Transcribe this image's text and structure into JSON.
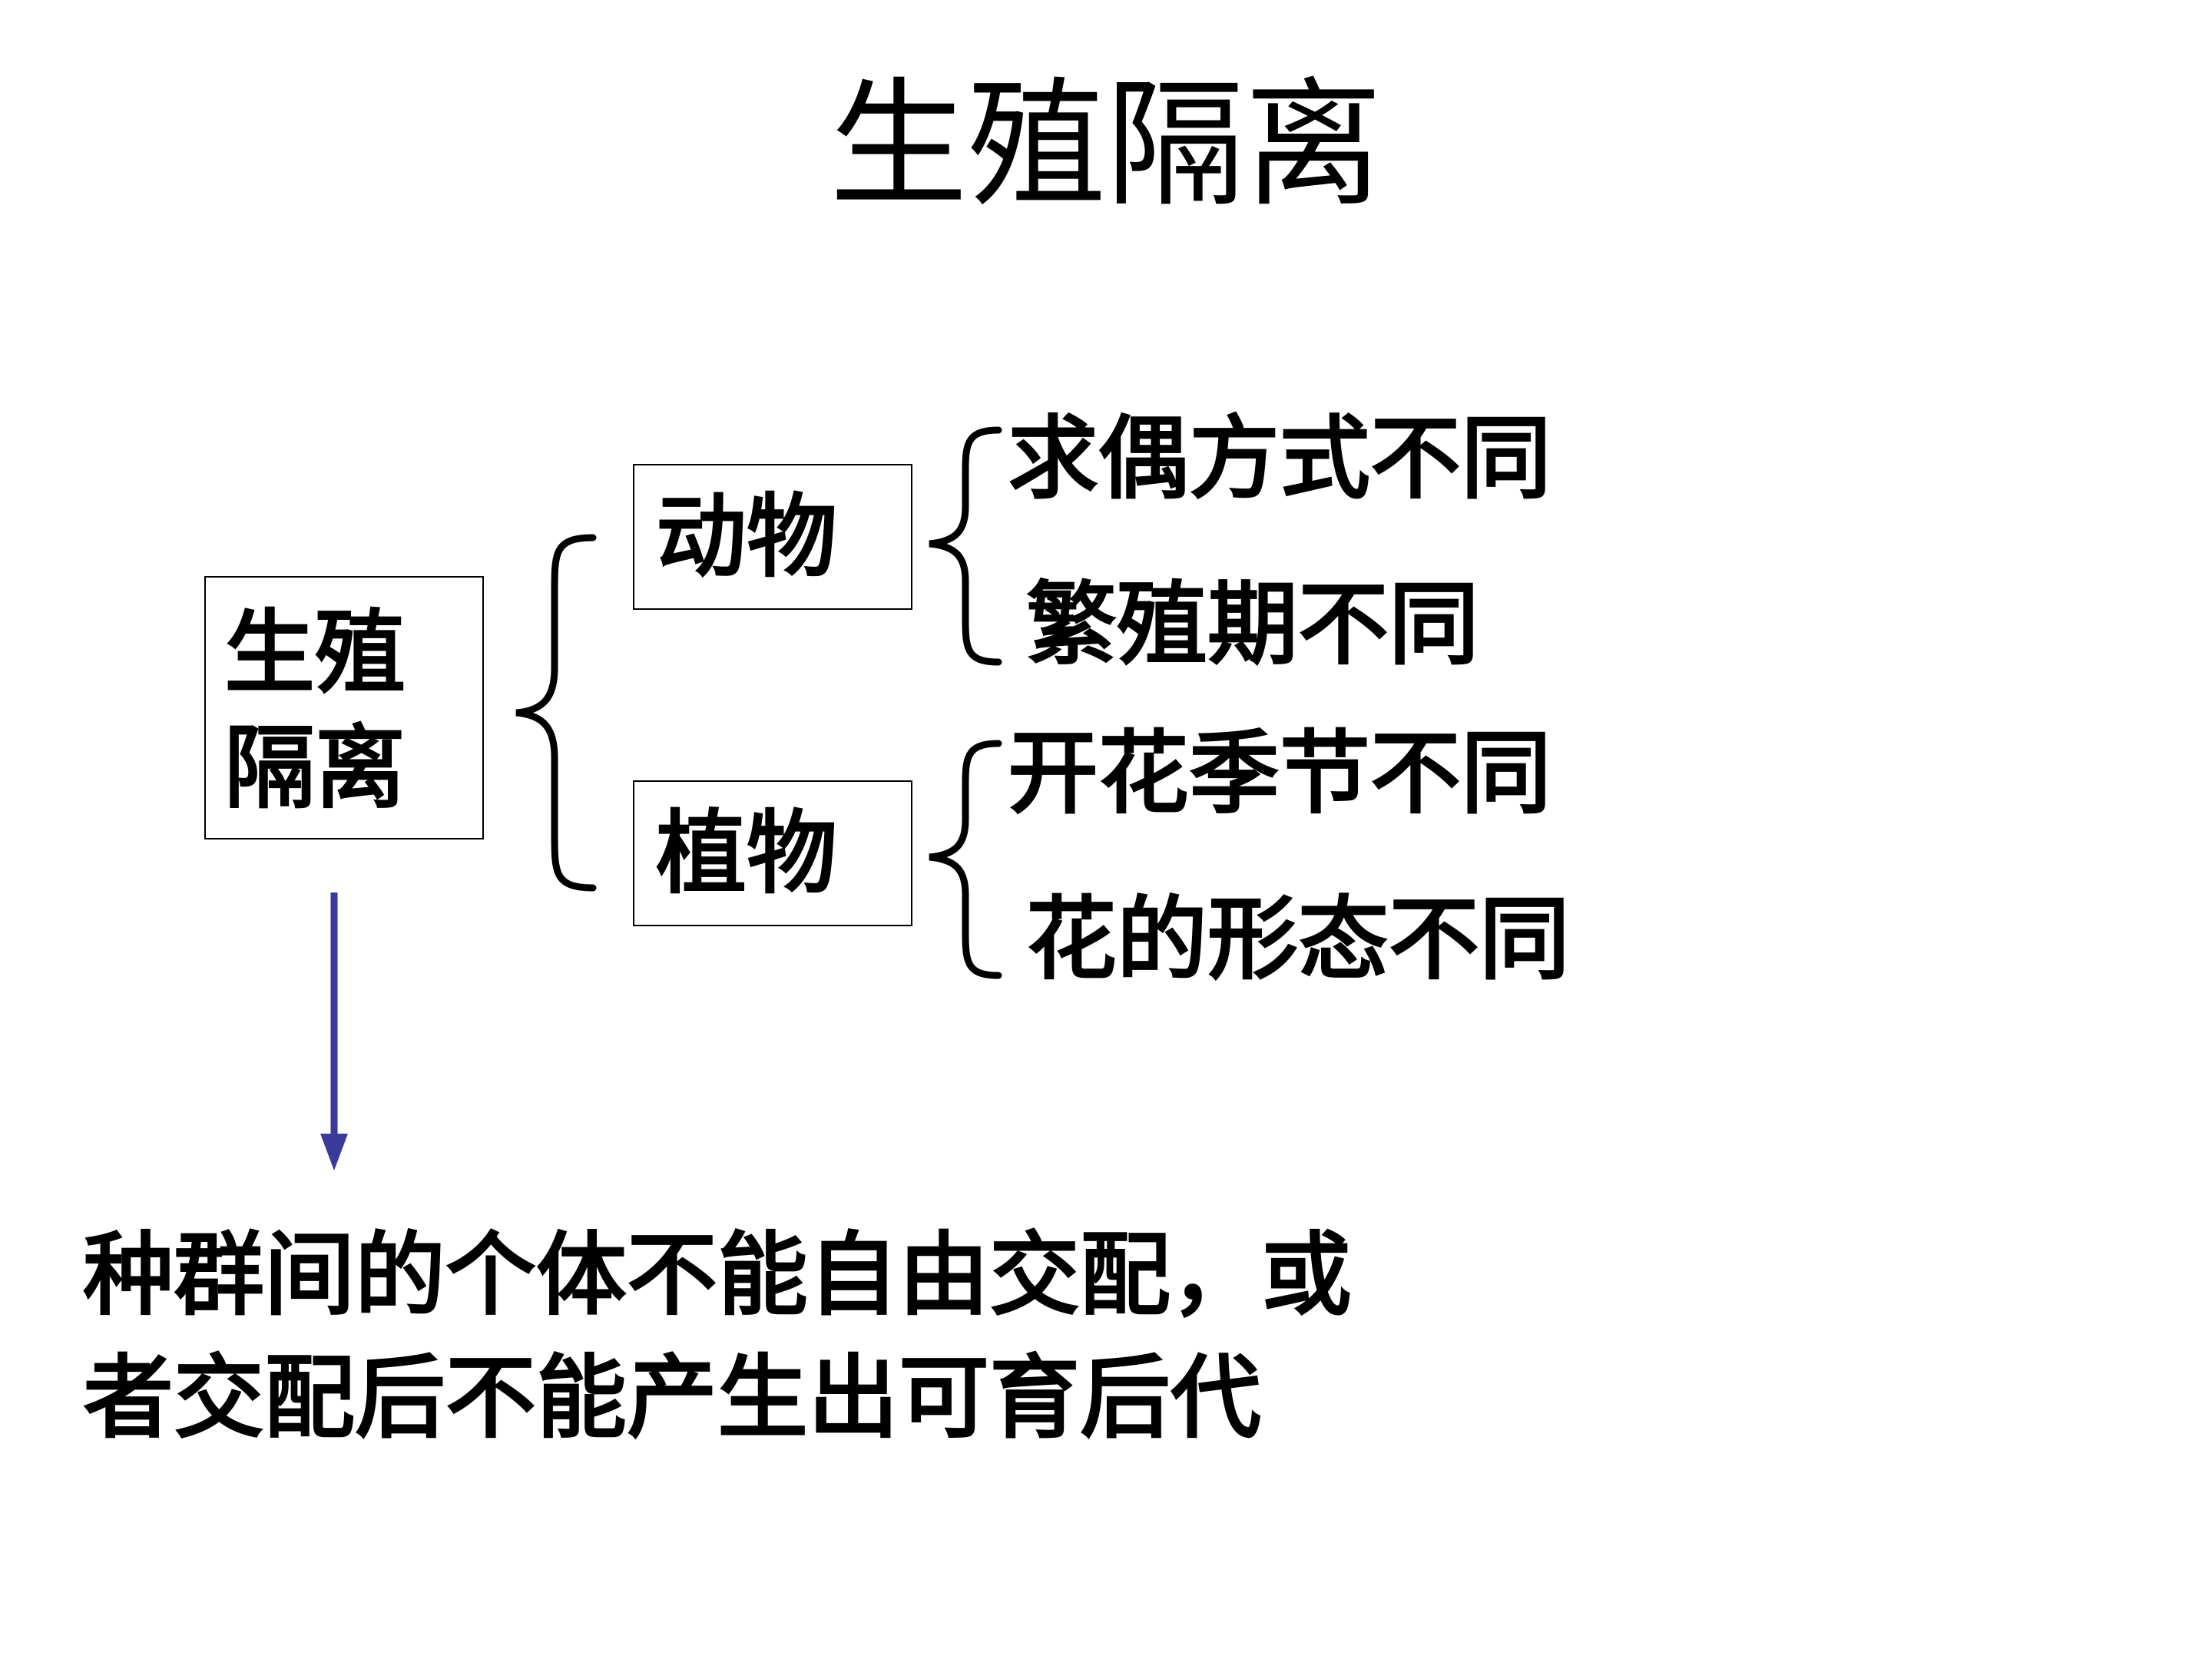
{
  "title": "生殖隔离",
  "root": {
    "line1": "生殖",
    "line2": "隔离"
  },
  "categories": {
    "animal": {
      "label": "动物",
      "items": [
        "求偶方式不同",
        "繁殖期不同"
      ]
    },
    "plant": {
      "label": "植物",
      "items": [
        "开花季节不同",
        "花的形态不同"
      ]
    }
  },
  "definition": {
    "line1": "种群间的个体不能自由交配，或",
    "line2": "者交配后不能产生出可育后代"
  },
  "colors": {
    "arrow": "#3a3a9a",
    "text": "#000000",
    "background": "#ffffff"
  }
}
